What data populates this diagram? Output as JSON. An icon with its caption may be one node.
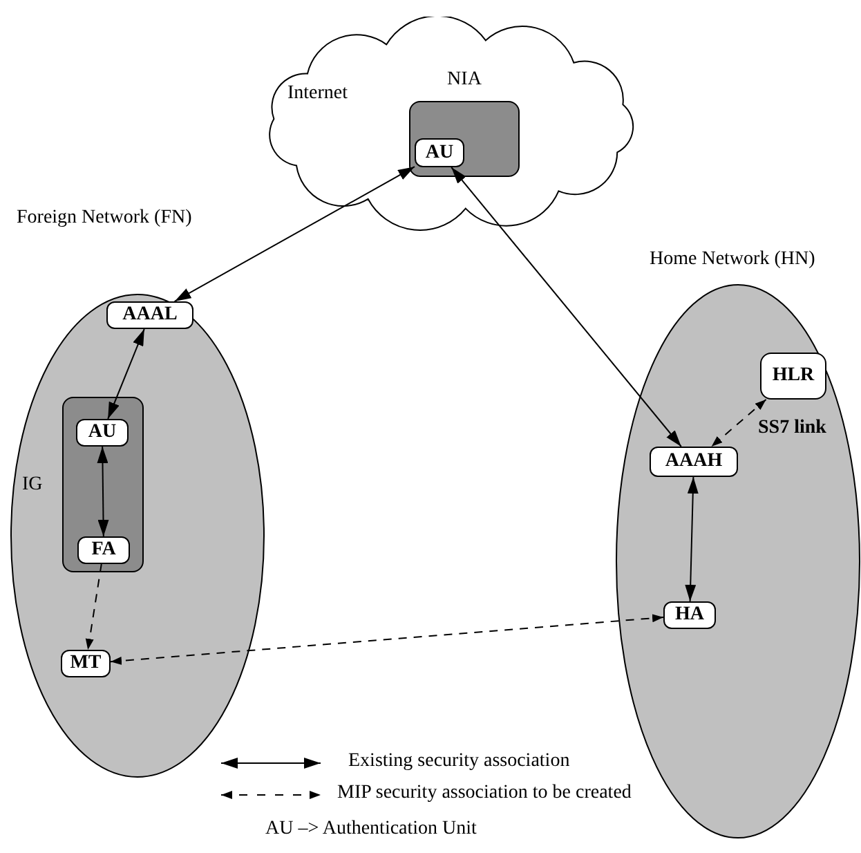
{
  "diagram": {
    "nodes": [
      {
        "text": [
          "Internet"
        ]
      },
      {
        "text": [
          "NIA"
        ],
        "in": 0
      },
      {
        "text": [
          "AU"
        ],
        "in": 1
      },
      {
        "text": [
          "Foreign Network (FN)"
        ]
      },
      {
        "text": [
          "AAAL"
        ],
        "in": 3
      },
      {
        "text": [
          "IG"
        ],
        "in": 3
      },
      {
        "text": [
          "AU"
        ],
        "in": 5
      },
      {
        "text": [
          "FA"
        ],
        "in": 5
      },
      {
        "text": [
          "MT"
        ],
        "in": 3
      },
      {
        "text": [
          "Home Network (HN)"
        ]
      },
      {
        "text": [
          "HLR"
        ],
        "in": 9
      },
      {
        "text": [
          "AAAH"
        ],
        "in": 9
      },
      {
        "text": [
          "HA"
        ],
        "in": 9
      }
    ],
    "edges": [
      {
        "from": 4,
        "to": 2,
        "arrow": "both"
      },
      {
        "from": 11,
        "to": 2,
        "arrow": "both"
      },
      {
        "from": 4,
        "to": 6,
        "arrow": "both"
      },
      {
        "from": 6,
        "to": 7,
        "arrow": "both"
      },
      {
        "from": 7,
        "to": 8,
        "arrow": "to",
        "style": "dashed"
      },
      {
        "from": 8,
        "to": 12,
        "arrow": "both",
        "style": "dashed"
      },
      {
        "from": 10,
        "to": 11,
        "arrow": "both",
        "style": "dashed",
        "label": "SS7 link"
      },
      {
        "from": 11,
        "to": 12,
        "arrow": "both"
      }
    ],
    "labels": [
      "AU –> Authentication Unit"
    ],
    "legend": [
      {
        "text": "Existing security association"
      },
      {
        "text": "MIP security association to be created"
      }
    ]
  }
}
